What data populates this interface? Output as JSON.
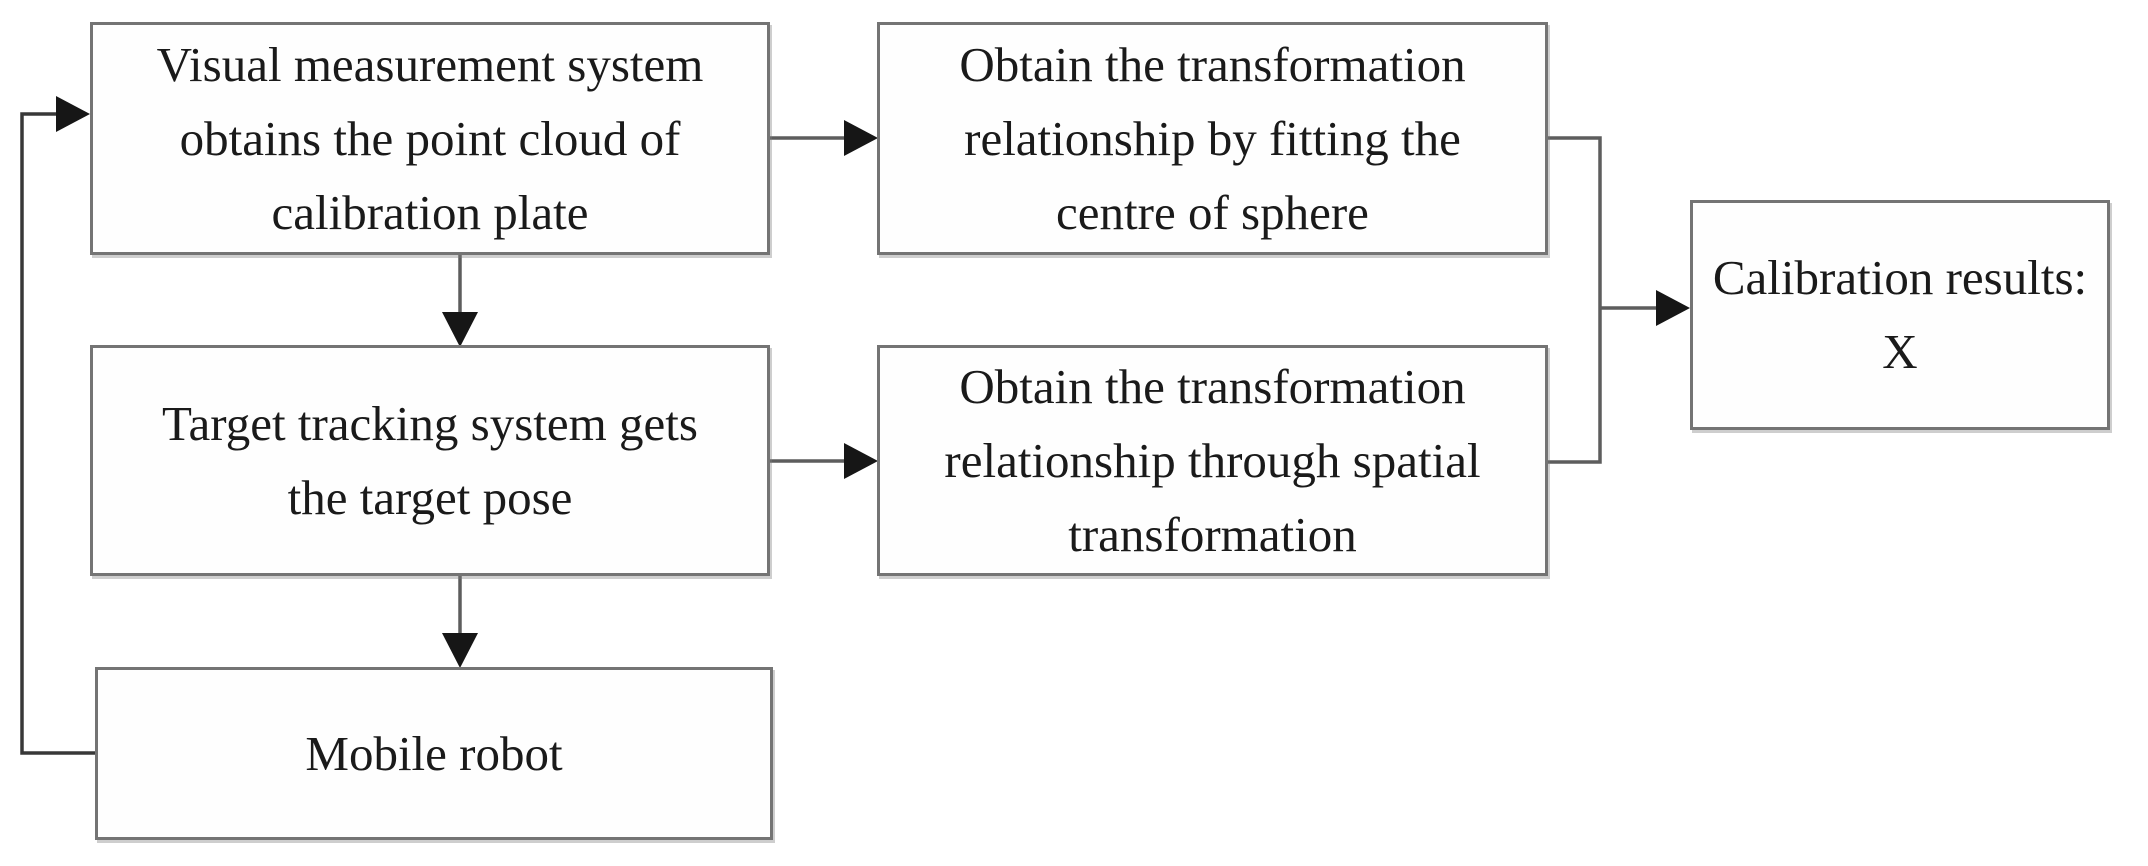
{
  "colors": {
    "background": "#ffffff",
    "box_fill": "#fefefe",
    "box_border": "#747474",
    "connector": "#5d5d5d",
    "feedback_line": "#383838",
    "arrowhead": "#161616",
    "text": "#1a1a1a"
  },
  "diagram": {
    "nodes": {
      "visual_measurement": {
        "lines": [
          "Visual measurement system",
          "obtains the point cloud of",
          "calibration plate"
        ]
      },
      "fit_sphere": {
        "lines": [
          "Obtain the transformation",
          "relationship by fitting the",
          "centre of sphere"
        ]
      },
      "target_tracking": {
        "lines": [
          "Target tracking system gets",
          "the target pose"
        ]
      },
      "spatial_transform": {
        "lines": [
          "Obtain the transformation",
          "relationship through spatial",
          "transformation"
        ]
      },
      "mobile_robot": {
        "lines": [
          "Mobile robot"
        ]
      },
      "calibration_results": {
        "lines": [
          "Calibration results:",
          "X"
        ]
      }
    },
    "edges": [
      {
        "from": "visual_measurement",
        "to": "fit_sphere"
      },
      {
        "from": "visual_measurement",
        "to": "target_tracking"
      },
      {
        "from": "target_tracking",
        "to": "spatial_transform"
      },
      {
        "from": "target_tracking",
        "to": "mobile_robot"
      },
      {
        "from": "mobile_robot",
        "to": "visual_measurement"
      },
      {
        "from": "fit_sphere",
        "to": "calibration_results"
      },
      {
        "from": "spatial_transform",
        "to": "calibration_results"
      }
    ]
  }
}
